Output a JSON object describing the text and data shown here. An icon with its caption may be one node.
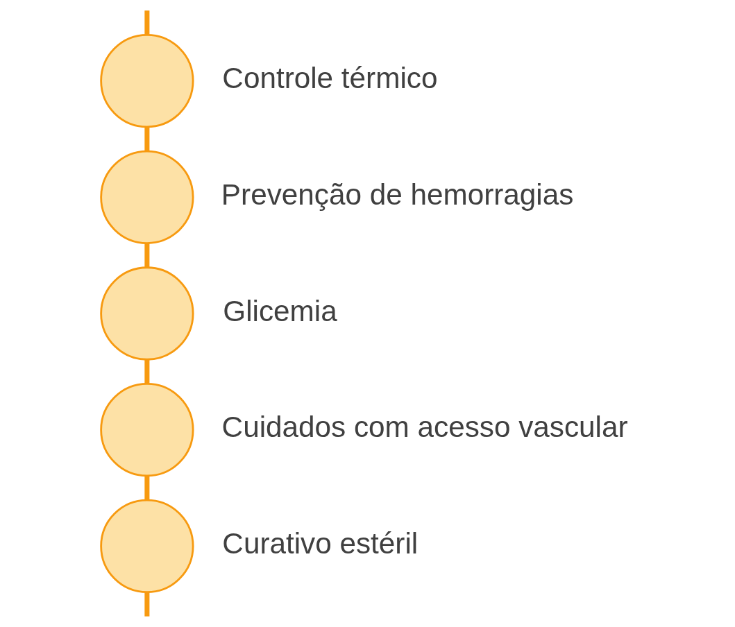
{
  "diagram": {
    "nodes": [
      {
        "text": [],
        "shape": "circle",
        "beside": [
          "Controle térmico"
        ]
      },
      {
        "text": [],
        "shape": "circle",
        "beside": [
          "Prevenção de hemorragias"
        ]
      },
      {
        "text": [],
        "shape": "circle",
        "beside": [
          "Glicemia"
        ]
      },
      {
        "text": [],
        "shape": "circle",
        "beside": [
          "Cuidados com acesso vascular"
        ]
      },
      {
        "text": [],
        "shape": "circle",
        "beside": [
          "Curativo estéril"
        ]
      }
    ],
    "edges": [
      {
        "from": null,
        "to": 0,
        "arrow": "none"
      },
      {
        "from": 0,
        "to": 1,
        "arrow": "none"
      },
      {
        "from": 1,
        "to": 2,
        "arrow": "none"
      },
      {
        "from": 2,
        "to": 3,
        "arrow": "none"
      },
      {
        "from": 3,
        "to": 4,
        "arrow": "none"
      },
      {
        "from": 4,
        "to": null,
        "arrow": "none"
      }
    ]
  }
}
